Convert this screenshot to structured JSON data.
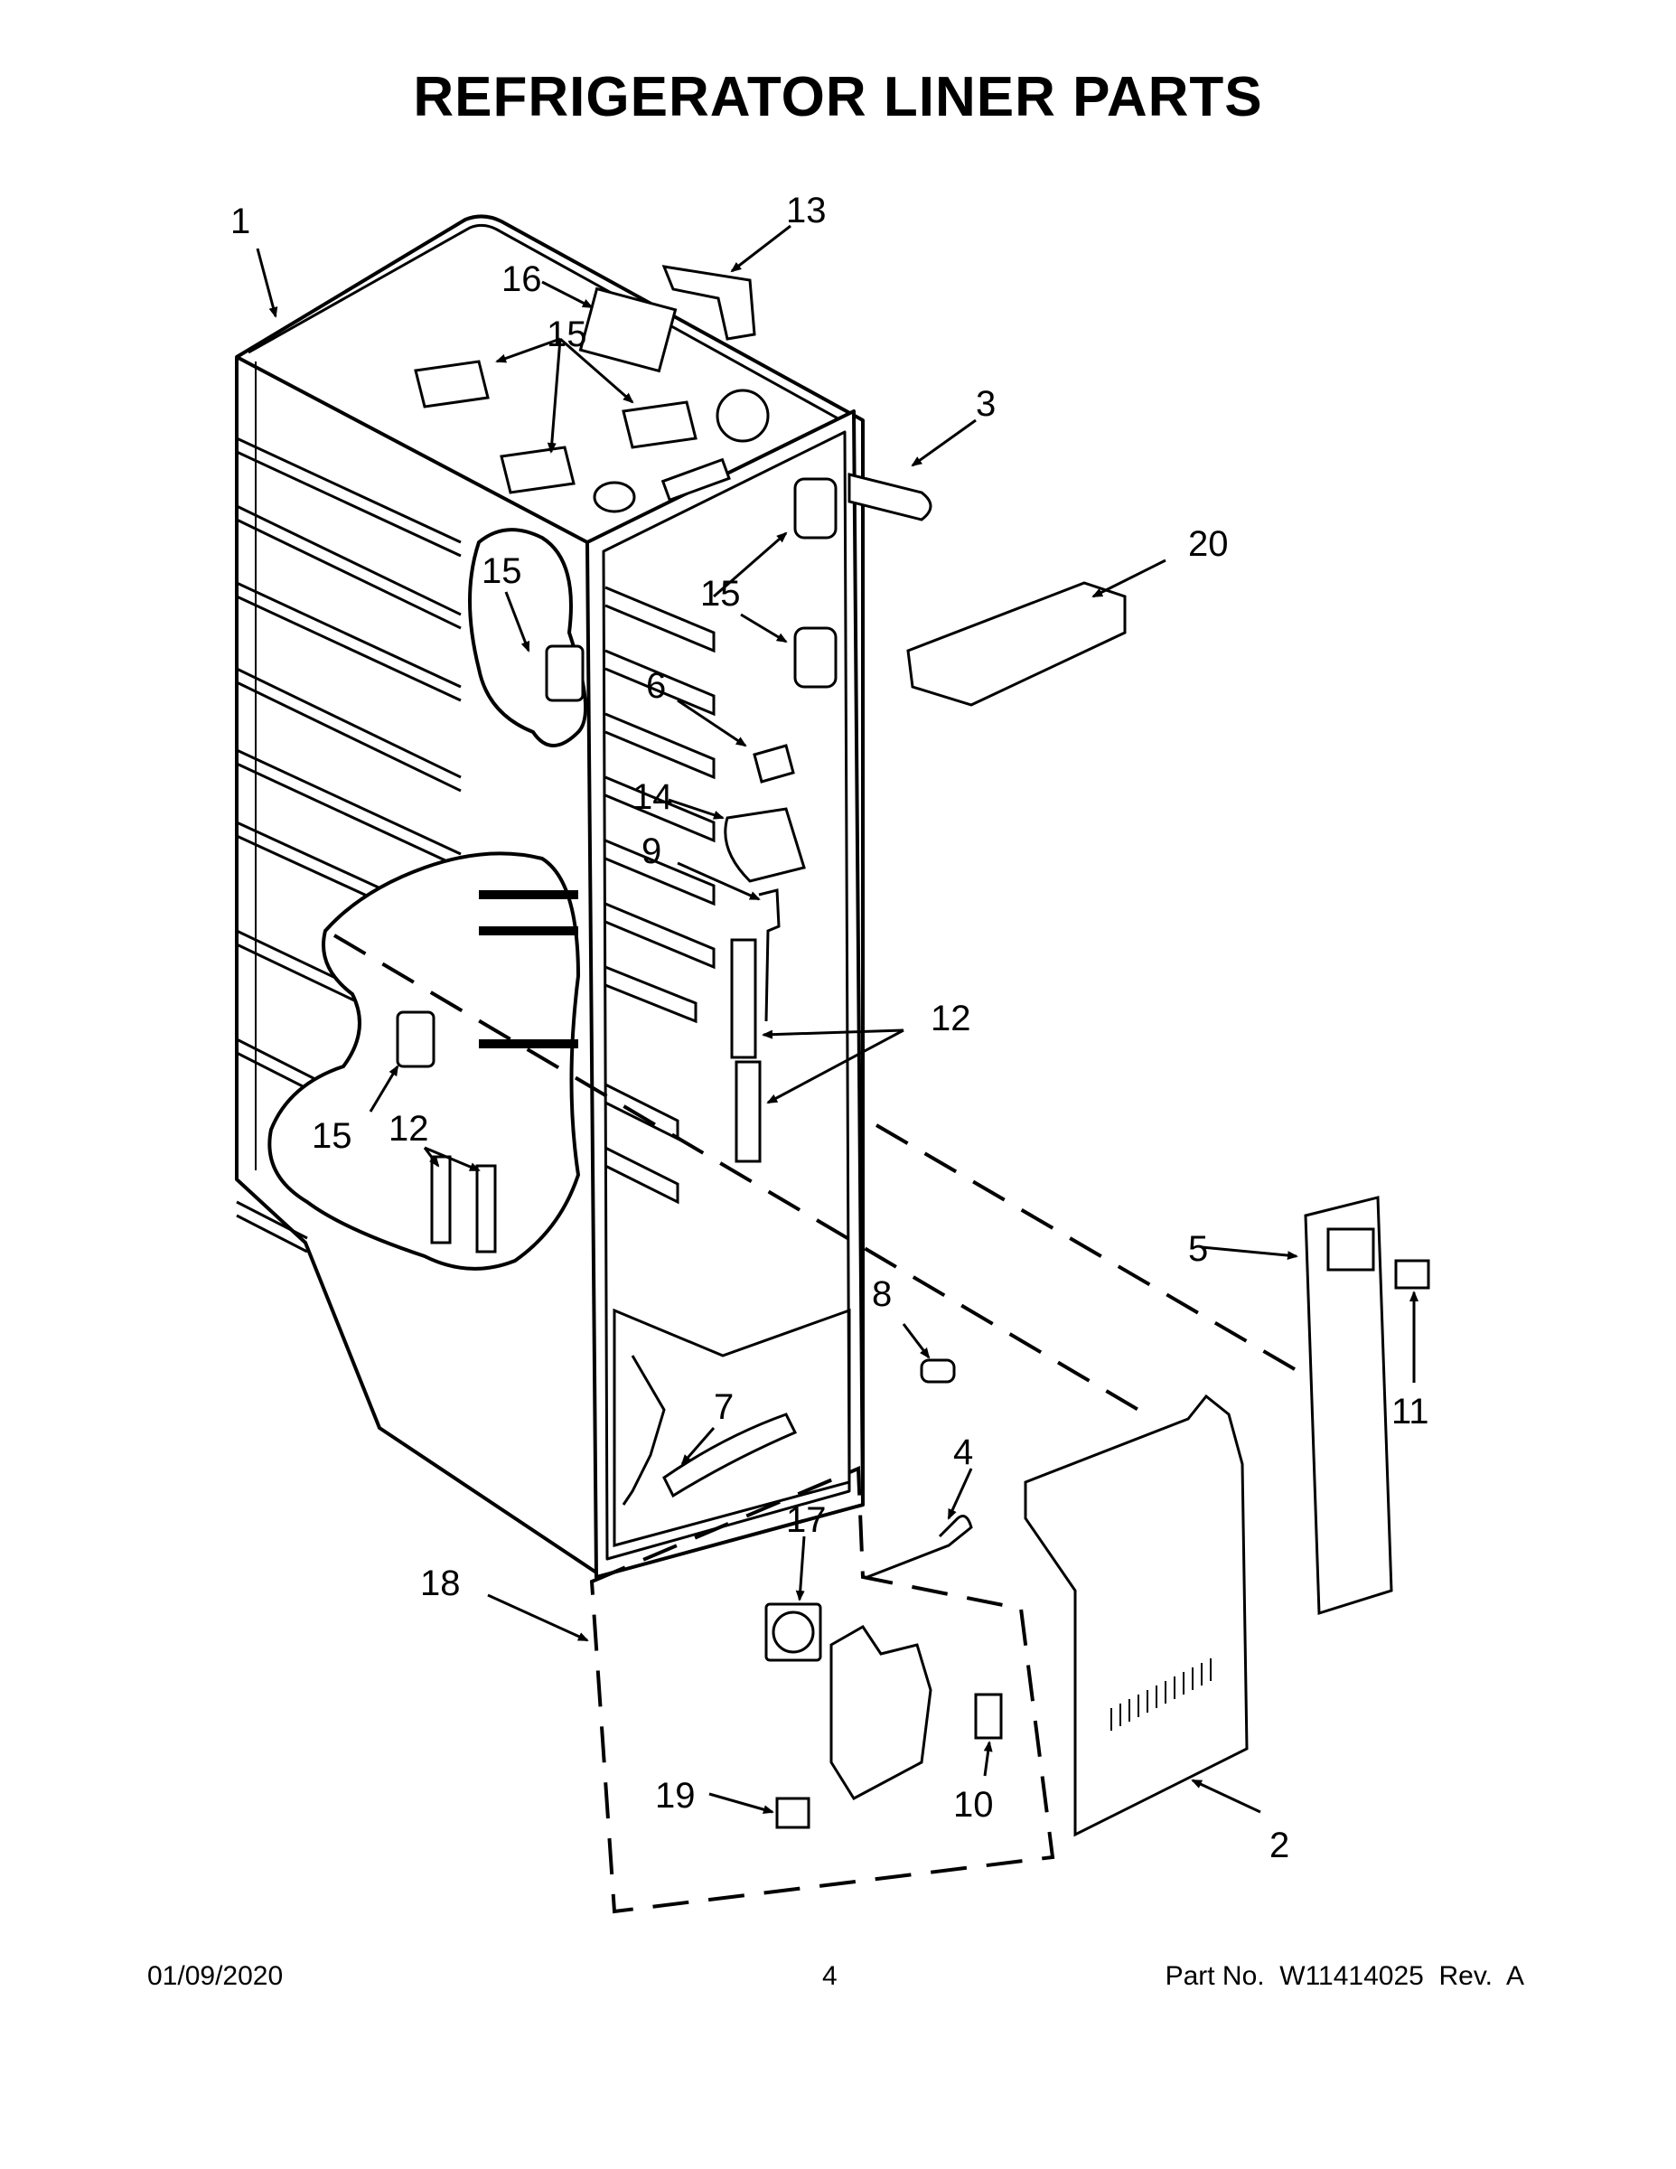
{
  "title": "REFRIGERATOR LINER PARTS",
  "callouts": {
    "c1": "1",
    "c2": "2",
    "c3": "3",
    "c4": "4",
    "c5": "5",
    "c6": "6",
    "c7": "7",
    "c8": "8",
    "c9": "9",
    "c10": "10",
    "c11": "11",
    "c12a": "12",
    "c12b": "12",
    "c13": "13",
    "c14": "14",
    "c15a": "15",
    "c15b": "15",
    "c15c": "15",
    "c15d": "15",
    "c16": "16",
    "c17": "17",
    "c18": "18",
    "c19": "19",
    "c20": "20"
  },
  "footer": {
    "date": "01/09/2020",
    "page": "4",
    "part": "Part No.  W11414025  Rev.  A"
  }
}
